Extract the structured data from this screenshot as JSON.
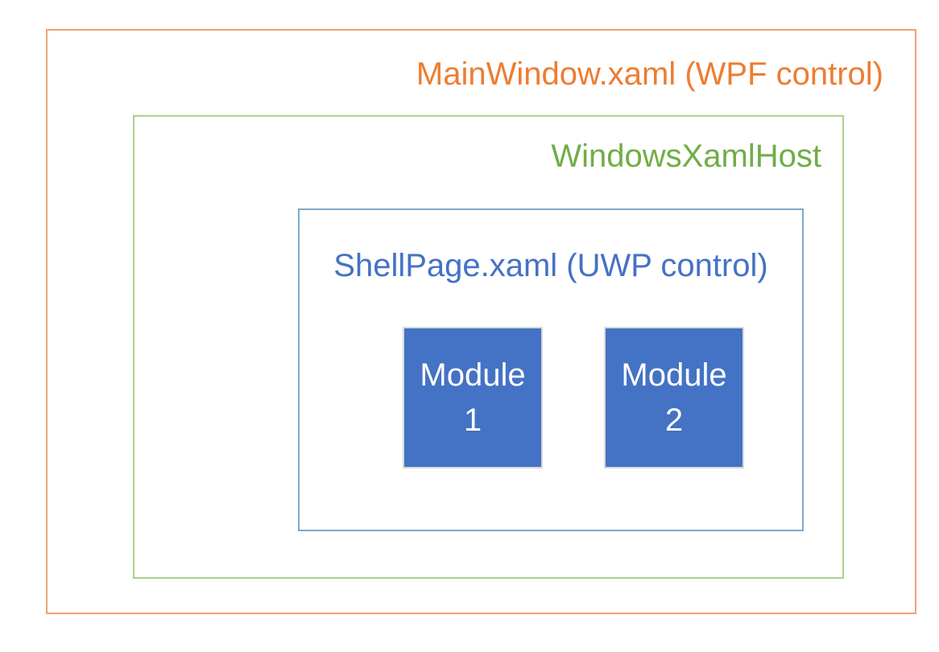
{
  "diagram": {
    "outer_box": {
      "label": "MainWindow.xaml (WPF control)"
    },
    "host_box": {
      "label": "WindowsXamlHost"
    },
    "shell_box": {
      "label": "ShellPage.xaml (UWP control)"
    },
    "modules": [
      {
        "line1": "Module",
        "line2": "1"
      },
      {
        "line1": "Module",
        "line2": "2"
      }
    ]
  },
  "colors": {
    "background": "#FFFFFF",
    "outer_border": "#F2A173",
    "outer_text": "#ED7D31",
    "host_border": "#A9D18E",
    "host_text": "#70AD47",
    "shell_border": "#7FA8C9",
    "shell_text": "#4472C4",
    "module_fill": "#4472C4",
    "module_border": "#D9D9D9",
    "module_text": "#FFFFFF"
  }
}
